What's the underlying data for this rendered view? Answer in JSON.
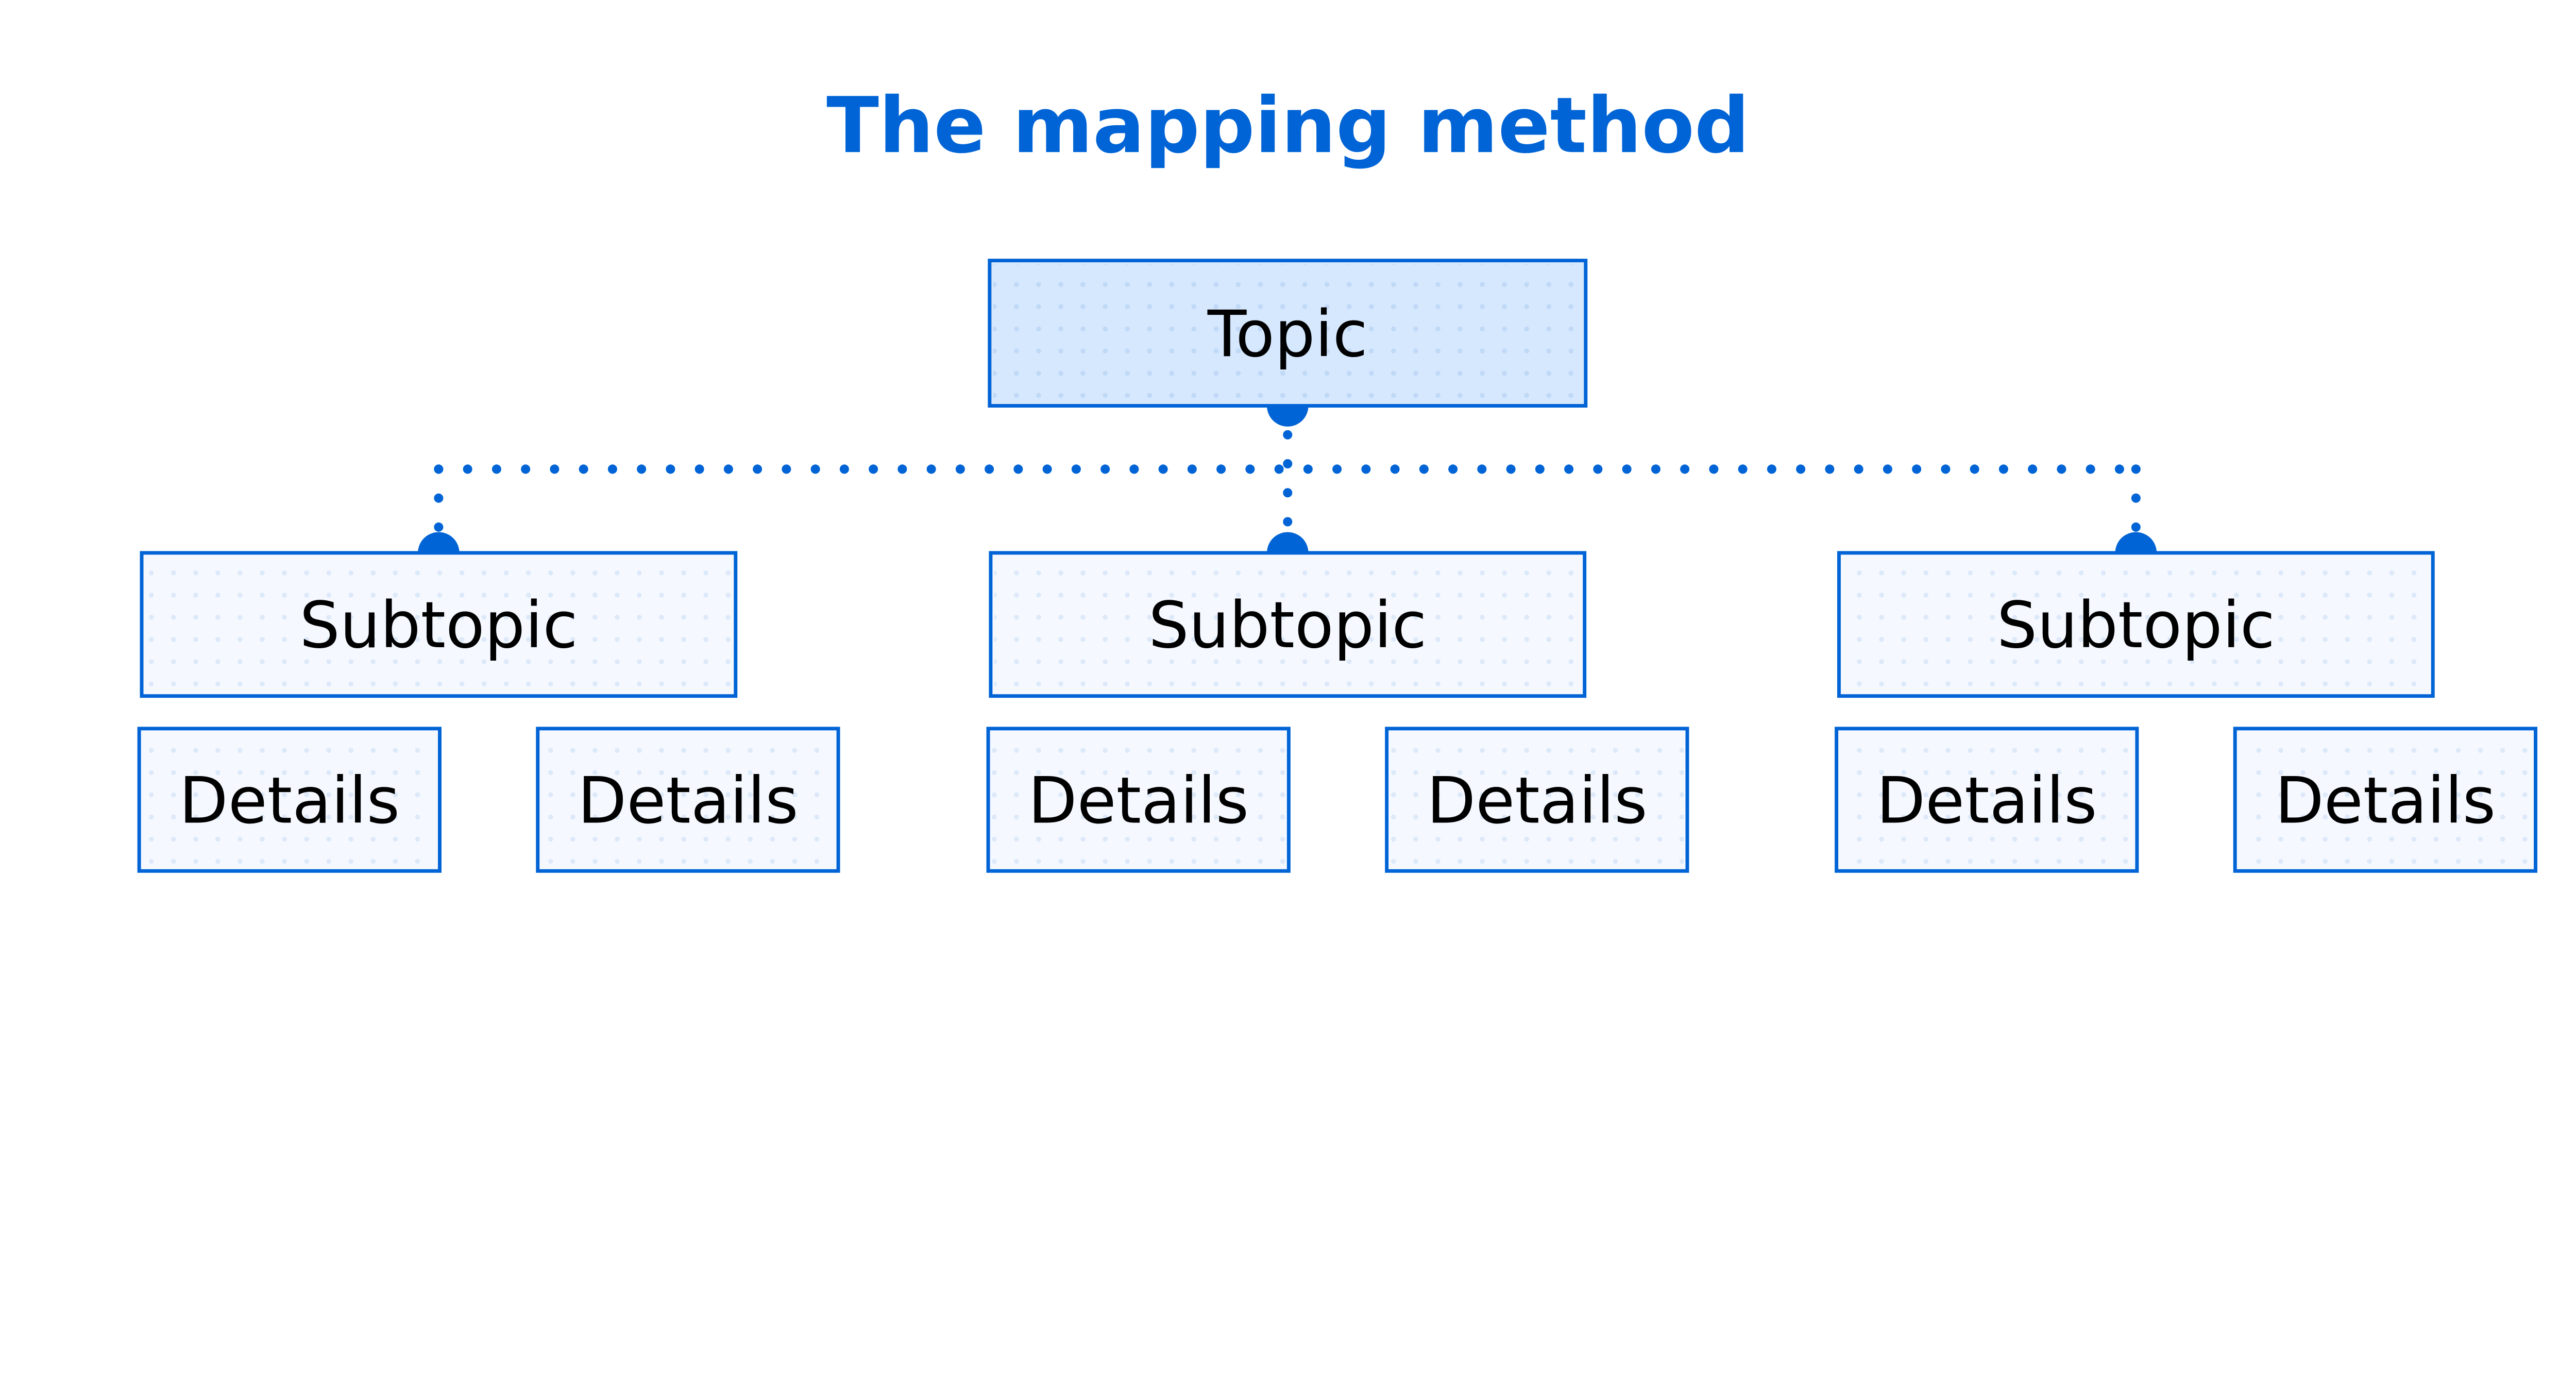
{
  "title": "The mapping method",
  "colors": {
    "accent": "#0064d6",
    "topic_fill": "#d6e8fd",
    "topic_dots": "#c0d9f7",
    "sub_fill": "#f5f9ff",
    "sub_dots": "#dde9f9"
  },
  "topic": {
    "label": "Topic"
  },
  "subtopics": [
    {
      "label": "Subtopic",
      "details": [
        "Details",
        "Details"
      ]
    },
    {
      "label": "Subtopic",
      "details": [
        "Details",
        "Details"
      ]
    },
    {
      "label": "Subtopic",
      "details": [
        "Details",
        "Details"
      ]
    }
  ]
}
